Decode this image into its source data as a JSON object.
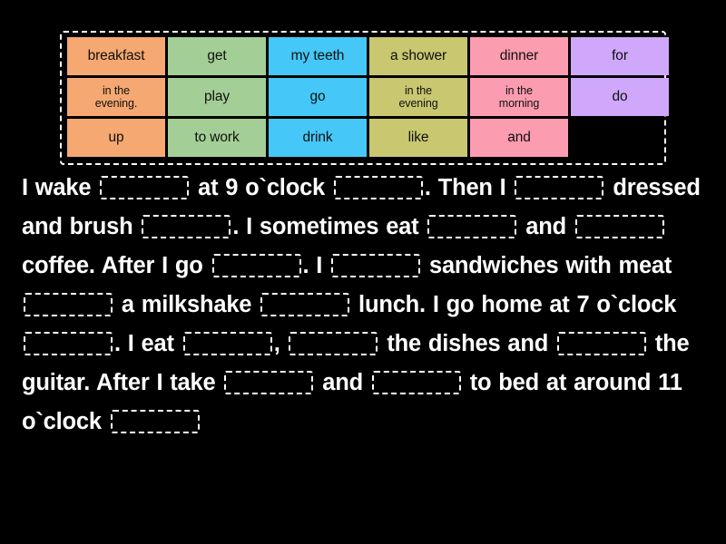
{
  "theme": {
    "background": "#000000",
    "text_color": "#ffffff",
    "blank_border_color": "#ffffff",
    "tile_text_color": "#101010",
    "colors": {
      "orange": "#F5A871",
      "green": "#A3CF96",
      "blue": "#45C8F7",
      "khaki": "#C9C770",
      "pink": "#FC9CB0",
      "purple": "#CFA8FB"
    }
  },
  "word_bank": {
    "rows": [
      [
        {
          "label": "breakfast",
          "color": "#F5A871",
          "lines": 1
        },
        {
          "label": "get",
          "color": "#A3CF96",
          "lines": 1
        },
        {
          "label": "my teeth",
          "color": "#45C8F7",
          "lines": 1
        },
        {
          "label": "a shower",
          "color": "#C9C770",
          "lines": 1
        },
        {
          "label": "dinner",
          "color": "#FC9CB0",
          "lines": 1
        },
        {
          "label": "for",
          "color": "#CFA8FB",
          "lines": 1
        }
      ],
      [
        {
          "label": "in the\nevening.",
          "color": "#F5A871",
          "lines": 2
        },
        {
          "label": "play",
          "color": "#A3CF96",
          "lines": 1
        },
        {
          "label": "go",
          "color": "#45C8F7",
          "lines": 1
        },
        {
          "label": "in the\nevening",
          "color": "#C9C770",
          "lines": 2
        },
        {
          "label": "in the\nmorning",
          "color": "#FC9CB0",
          "lines": 2
        },
        {
          "label": "do",
          "color": "#CFA8FB",
          "lines": 1
        }
      ],
      [
        {
          "label": "up",
          "color": "#F5A871",
          "lines": 1
        },
        {
          "label": "to work",
          "color": "#A3CF96",
          "lines": 1
        },
        {
          "label": "drink",
          "color": "#45C8F7",
          "lines": 1
        },
        {
          "label": "like",
          "color": "#C9C770",
          "lines": 1
        },
        {
          "label": "and",
          "color": "#FC9CB0",
          "lines": 1
        },
        {
          "label": "",
          "color": "transparent",
          "lines": 0
        }
      ]
    ]
  },
  "sentence": {
    "segments": [
      {
        "type": "text",
        "value": "I wake "
      },
      {
        "type": "blank",
        "value": ""
      },
      {
        "type": "text",
        "value": " at 9 o`clock "
      },
      {
        "type": "blank",
        "value": ""
      },
      {
        "type": "text",
        "value": ". Then I "
      },
      {
        "type": "blank",
        "value": ""
      },
      {
        "type": "text",
        "value": " dressed and brush "
      },
      {
        "type": "blank",
        "value": ""
      },
      {
        "type": "text",
        "value": ". I sometimes eat "
      },
      {
        "type": "blank",
        "value": ""
      },
      {
        "type": "text",
        "value": " and "
      },
      {
        "type": "blank",
        "value": ""
      },
      {
        "type": "text",
        "value": " coffee. After I go "
      },
      {
        "type": "blank",
        "value": ""
      },
      {
        "type": "text",
        "value": ". I "
      },
      {
        "type": "blank",
        "value": ""
      },
      {
        "type": "text",
        "value": " sandwiches with meat "
      },
      {
        "type": "blank",
        "value": ""
      },
      {
        "type": "text",
        "value": " a milkshake "
      },
      {
        "type": "blank",
        "value": ""
      },
      {
        "type": "text",
        "value": " lunch. I go home at 7 o`clock "
      },
      {
        "type": "blank",
        "value": ""
      },
      {
        "type": "text",
        "value": ". I eat "
      },
      {
        "type": "blank",
        "value": ""
      },
      {
        "type": "text",
        "value": ", "
      },
      {
        "type": "blank",
        "value": ""
      },
      {
        "type": "text",
        "value": " the dishes and "
      },
      {
        "type": "blank",
        "value": ""
      },
      {
        "type": "text",
        "value": " the guitar. After I take "
      },
      {
        "type": "blank",
        "value": ""
      },
      {
        "type": "text",
        "value": " and "
      },
      {
        "type": "blank",
        "value": ""
      },
      {
        "type": "text",
        "value": " to bed at around 11 o`clock "
      },
      {
        "type": "blank",
        "value": ""
      }
    ]
  }
}
